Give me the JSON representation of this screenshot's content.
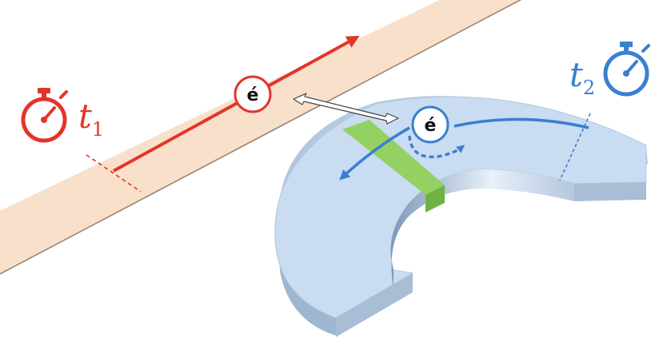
{
  "timer_left": {
    "symbol": "t",
    "subscript": "1",
    "color": "#e2352a"
  },
  "timer_right": {
    "symbol": "t",
    "subscript": "2",
    "color": "#3a7fd0"
  },
  "electron_left": {
    "label": "é",
    "color": "#e2352a"
  },
  "electron_right": {
    "label": "é",
    "color": "#3a7fd0"
  },
  "colors": {
    "strip_fill": "#f9e0cb",
    "ring_top": "#c9dcf2",
    "ring_side": "#a9bfd8",
    "junction": "#93d262",
    "link_arrow": "#444444"
  }
}
